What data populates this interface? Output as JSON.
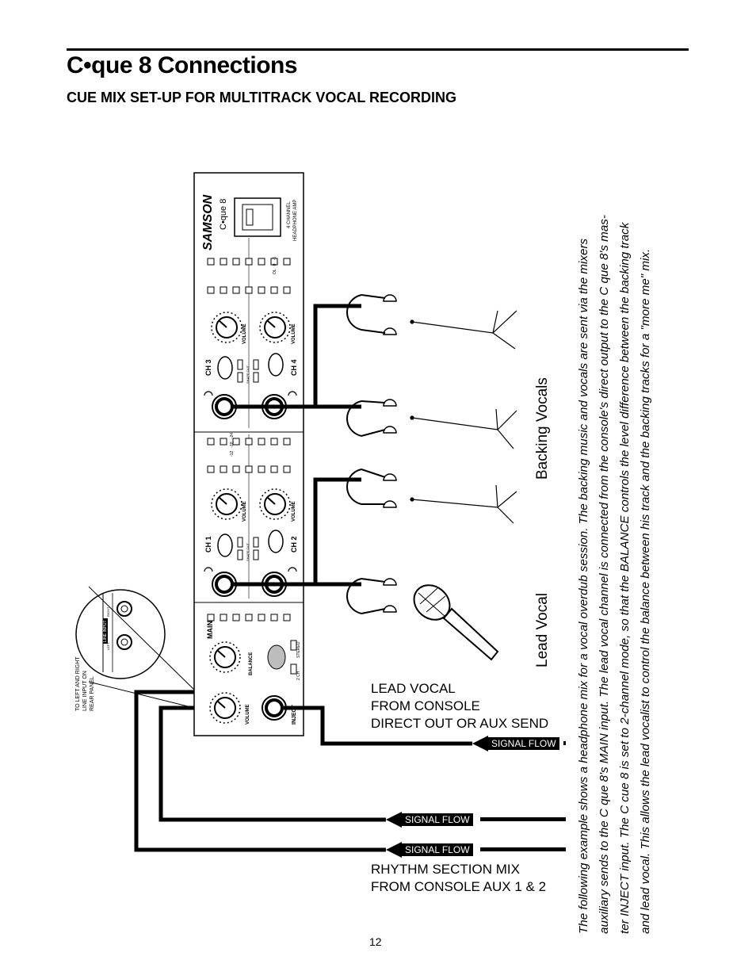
{
  "page": {
    "title": "C•que 8 Connections",
    "subtitle": "CUE MIX SET-UP FOR MULTITRACK VOCAL RECORDING",
    "page_number": "12"
  },
  "device": {
    "brand": "SAMSON",
    "model": "C•que 8",
    "description_line1": "4 CHANNEL",
    "description_line2": "HEADPHONE AMP",
    "ch1": "CH 1",
    "ch2": "CH 2",
    "ch3": "CH 3",
    "ch4": "CH 4",
    "main": "MAIN",
    "volume": "VOLUME",
    "balance": "BALANCE",
    "inject": "INJECT",
    "stereo": "STEREO",
    "two_ch": "2 CH",
    "shape_out": "SHAPE OUT",
    "meter_scale": [
      "OL",
      "0",
      "-6",
      "-12",
      "-18",
      "-24"
    ]
  },
  "labels": {
    "backing_vocals": "Backing Vocals",
    "lead_vocal": "Lead Vocal",
    "lead_source_lines": [
      "LEAD VOCAL",
      "FROM CONSOLE",
      "DIRECT OUT OR AUX SEND"
    ],
    "rhythm_lines": [
      "RHYTHM SECTION MIX",
      "FROM CONSOLE AUX 1 & 2"
    ],
    "rear_panel_lines": [
      "TO LEFT AND RIGHT",
      "LINE INPUT ON",
      "REAR PANEL"
    ],
    "rear_panel_inset": "LINE INPUT",
    "left": "LEFT",
    "right": "RIGHT"
  },
  "signal_flow": [
    "SIGNAL FLOW",
    "SIGNAL FLOW",
    "SIGNAL FLOW"
  ],
  "paragraph_lines": [
    "The following example shows a headphone mix for a vocal overdub session.  The backing music and vocals are sent via the mixers",
    "auxiliary sends to the C que 8's MAIN input.  The lead vocal channel is connected from the console's direct output to the C que 8's mas-",
    "ter INJECT input.  The C cue 8 is set to 2-channel mode, so that the BALANCE controls the level difference between the backing track",
    "and lead vocal. This allows the lead vocalist to control the balance between his track and the backing tracks for a \"more me\" mix."
  ],
  "colors": {
    "ink": "#000000",
    "paper": "#ffffff",
    "flow_bg": "#000000",
    "flow_text": "#ffffff",
    "knob_gray": "#bdbdbd"
  }
}
